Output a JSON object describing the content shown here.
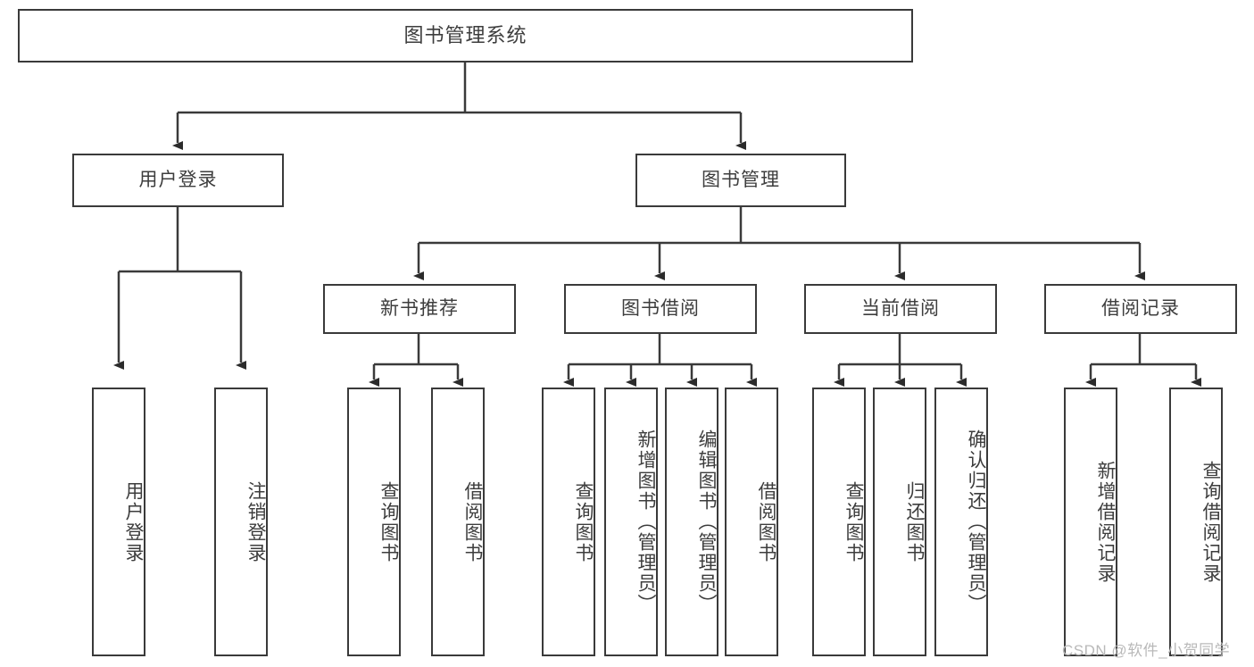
{
  "diagram": {
    "title": "图书管理系统",
    "type": "tree-hierarchy-diagram",
    "colors": {
      "box_border": "#3a3a3a",
      "box_fill": "#ffffff",
      "text": "#3d3d3d",
      "edge": "#3a3a3a",
      "watermark": "#b9b9b9",
      "background": "#ffffff"
    },
    "nodes": {
      "root": {
        "label": "图书管理系统"
      },
      "level2": [
        {
          "label": "用户登录"
        },
        {
          "label": "图书管理"
        }
      ],
      "level3": [
        {
          "label": "新书推荐"
        },
        {
          "label": "图书借阅"
        },
        {
          "label": "当前借阅"
        },
        {
          "label": "借阅记录"
        }
      ],
      "leaves": {
        "user_login": [
          {
            "label": "用户登录"
          },
          {
            "label": "注销登录"
          }
        ],
        "new_book_recommend": [
          {
            "label": "查询图书"
          },
          {
            "label": "借阅图书"
          }
        ],
        "book_borrow": [
          {
            "label": "查询图书"
          },
          {
            "label": "新增图书（管理员）"
          },
          {
            "label": "编辑图书（管理员）"
          },
          {
            "label": "借阅图书"
          }
        ],
        "current_borrow": [
          {
            "label": "查询图书"
          },
          {
            "label": "归还图书"
          },
          {
            "label": "确认归还（管理员）"
          }
        ],
        "borrow_record": [
          {
            "label": "新增借阅记录"
          },
          {
            "label": "查询借阅记录"
          }
        ]
      }
    },
    "watermark": "CSDN @软件_小贺同学"
  }
}
